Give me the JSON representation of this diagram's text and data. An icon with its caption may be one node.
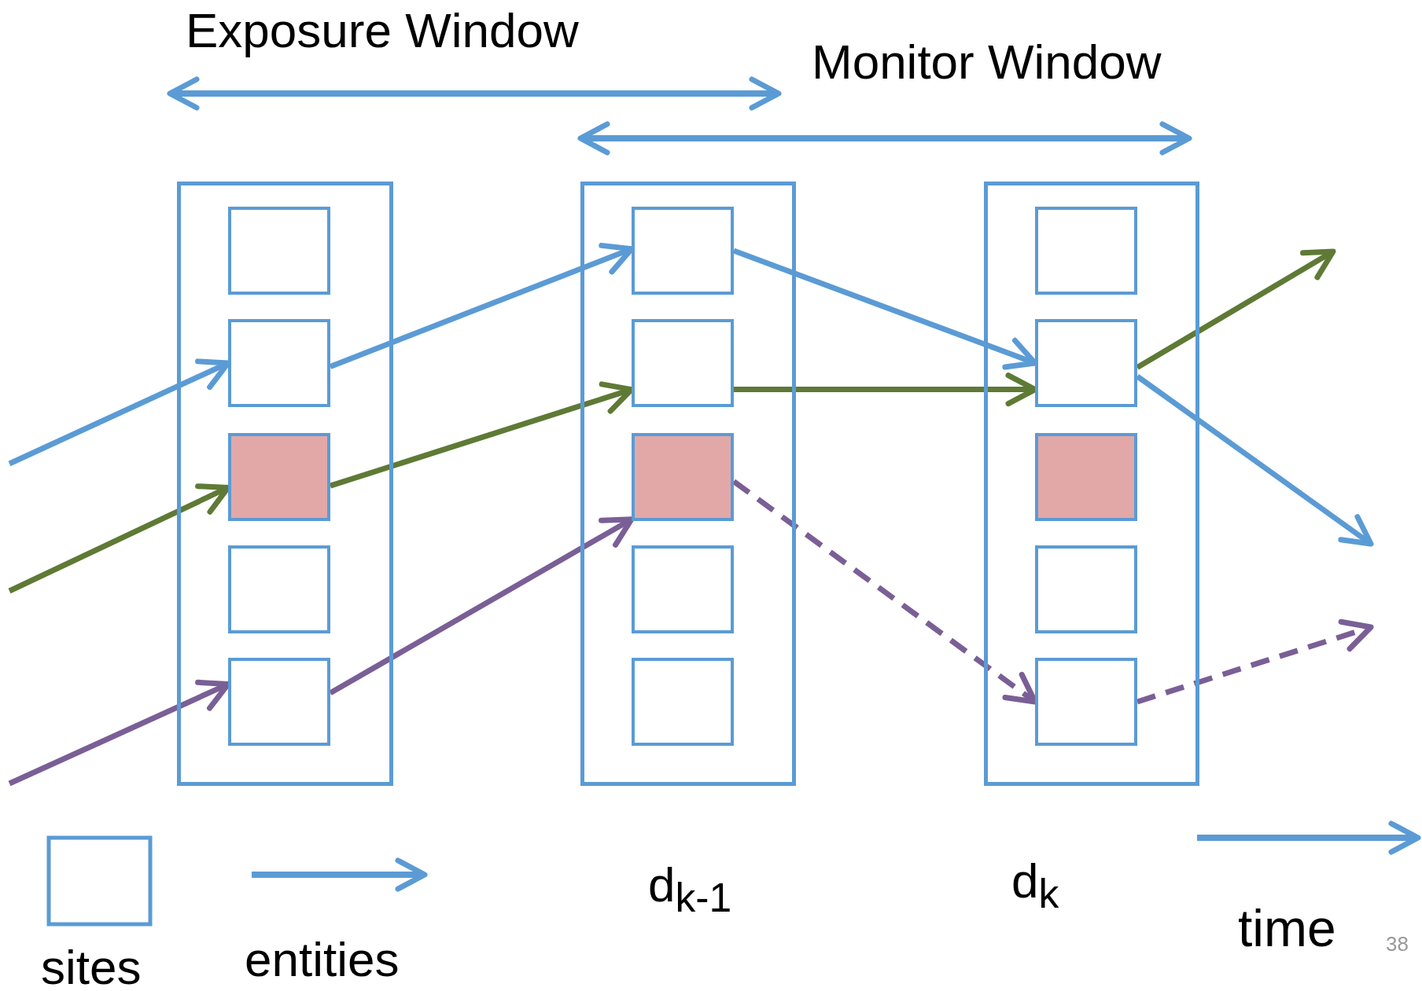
{
  "diagram": {
    "nodes": [
      {
        "text": [],
        "shape": "box"
      },
      {
        "text": [],
        "shape": "box",
        "in": 0
      },
      {
        "text": [],
        "shape": "box",
        "in": 0
      },
      {
        "text": [],
        "shape": "box",
        "in": 0
      },
      {
        "text": [],
        "shape": "box",
        "in": 0
      },
      {
        "text": [],
        "shape": "box",
        "in": 0
      },
      {
        "text": [],
        "shape": "box",
        "beside": [
          "d$_{k-1}$"
        ]
      },
      {
        "text": [],
        "shape": "box",
        "in": 6
      },
      {
        "text": [],
        "shape": "box",
        "in": 6
      },
      {
        "text": [],
        "shape": "box",
        "in": 6
      },
      {
        "text": [],
        "shape": "box",
        "in": 6
      },
      {
        "text": [],
        "shape": "box",
        "in": 6
      },
      {
        "text": [],
        "shape": "box",
        "beside": [
          "d$_{k}$"
        ]
      },
      {
        "text": [],
        "shape": "box",
        "in": 12
      },
      {
        "text": [],
        "shape": "box",
        "in": 12
      },
      {
        "text": [],
        "shape": "box",
        "in": 12
      },
      {
        "text": [],
        "shape": "box",
        "in": 12
      },
      {
        "text": [],
        "shape": "box",
        "in": 12
      }
    ],
    "edges": [
      {
        "from": null,
        "to": 2,
        "arrow": "to",
        "color": "#5b9bd5"
      },
      {
        "from": 2,
        "to": 7,
        "arrow": "to",
        "color": "#5b9bd5"
      },
      {
        "from": 7,
        "to": 14,
        "arrow": "to",
        "color": "#5b9bd5"
      },
      {
        "from": 14,
        "to": null,
        "arrow": "to",
        "color": "#5b9bd5"
      },
      {
        "from": null,
        "to": 3,
        "arrow": "to",
        "color": "#5e7a35"
      },
      {
        "from": 3,
        "to": 8,
        "arrow": "to",
        "color": "#5e7a35"
      },
      {
        "from": 8,
        "to": 14,
        "arrow": "to",
        "color": "#5e7a35"
      },
      {
        "from": 14,
        "to": null,
        "arrow": "to",
        "color": "#5e7a35"
      },
      {
        "from": null,
        "to": 5,
        "arrow": "to",
        "color": "#7a5f96"
      },
      {
        "from": 5,
        "to": 9,
        "arrow": "to",
        "color": "#7a5f96"
      },
      {
        "from": 9,
        "to": 17,
        "arrow": "to",
        "style": "dashed",
        "color": "#7a5f96"
      },
      {
        "from": 17,
        "to": null,
        "arrow": "to",
        "style": "dashed",
        "color": "#7a5f96"
      }
    ],
    "labels": [
      "Exposure Window",
      "Monitor Window",
      "time",
      "38"
    ],
    "legend": [
      {
        "text": "sites"
      },
      {
        "text": "entities"
      }
    ]
  }
}
